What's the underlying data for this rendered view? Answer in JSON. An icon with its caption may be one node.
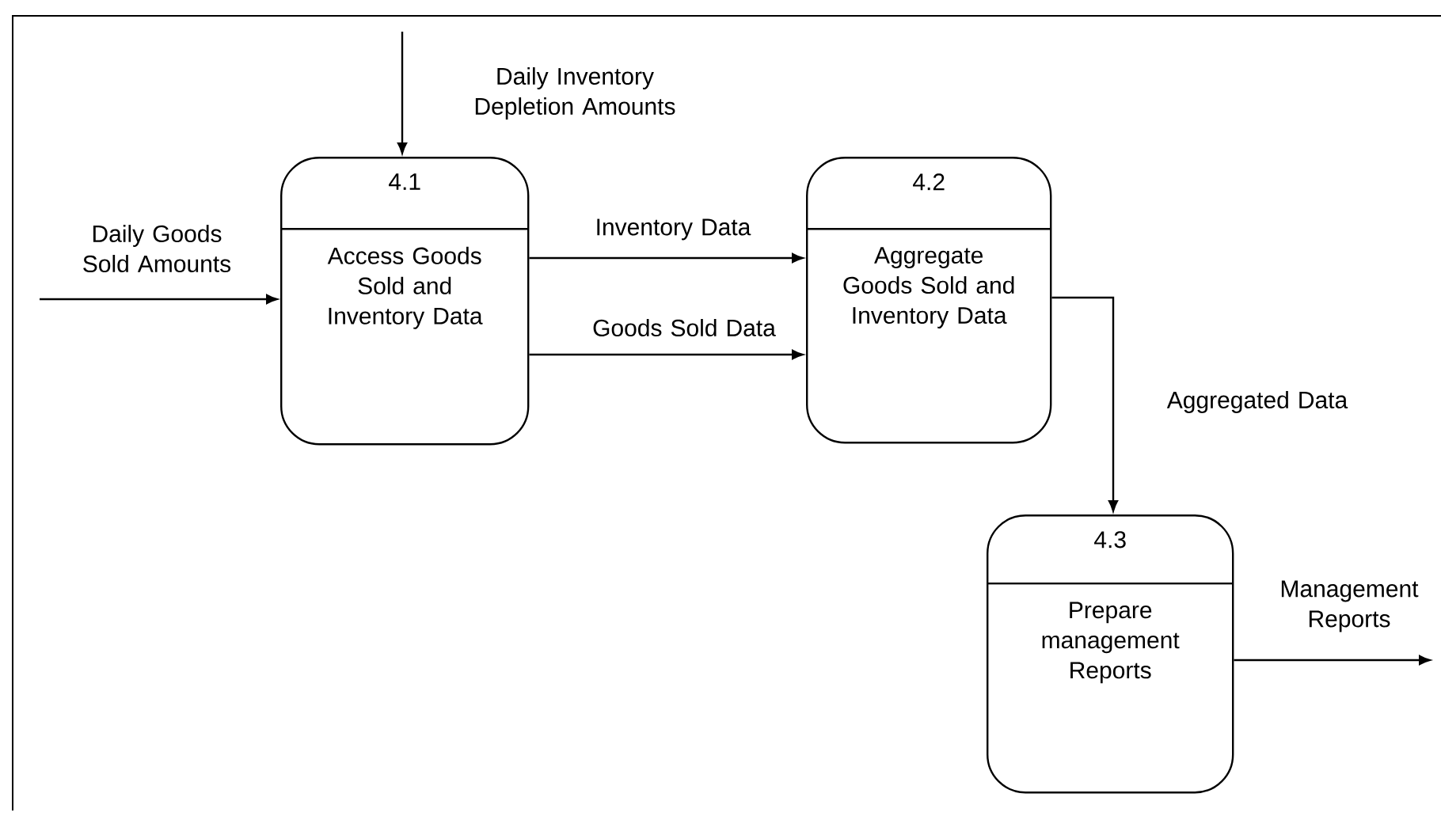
{
  "diagram": {
    "nodes": [
      {
        "text": [
          "4.1",
          "Access Goods Sold and Inventory Data"
        ]
      },
      {
        "text": [
          "4.2",
          "Aggregate Goods Sold and Inventory Data"
        ]
      },
      {
        "text": [
          "4.3",
          "Prepare management Reports"
        ]
      }
    ],
    "edges": [
      {
        "from": null,
        "to": 0,
        "arrow": "to",
        "label": "Daily Goods Sold Amounts"
      },
      {
        "from": null,
        "to": 0,
        "arrow": "to",
        "label": "Daily Inventory Depletion Amounts"
      },
      {
        "from": 0,
        "to": 1,
        "arrow": "to",
        "label": "Inventory Data"
      },
      {
        "from": 0,
        "to": 1,
        "arrow": "to",
        "label": "Goods Sold Data"
      },
      {
        "from": 1,
        "to": 2,
        "arrow": "to",
        "label": "Aggregated Data"
      },
      {
        "from": 2,
        "to": null,
        "arrow": "to",
        "label": "Management Reports"
      }
    ]
  }
}
